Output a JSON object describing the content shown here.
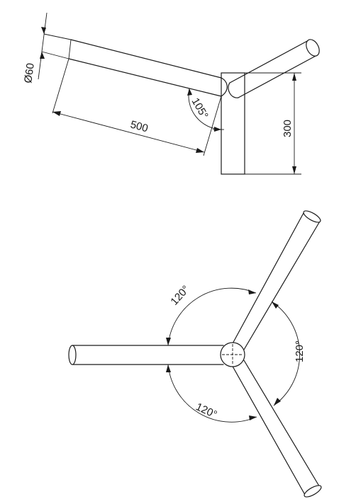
{
  "drawing": {
    "side_view": {
      "diameter_label": "Ø60",
      "length_label": "500",
      "angle_label": "105°",
      "height_label": "300"
    },
    "top_view": {
      "angle_top_label": "120°",
      "angle_right_label": "120°",
      "angle_bottom_label": "120°"
    }
  }
}
